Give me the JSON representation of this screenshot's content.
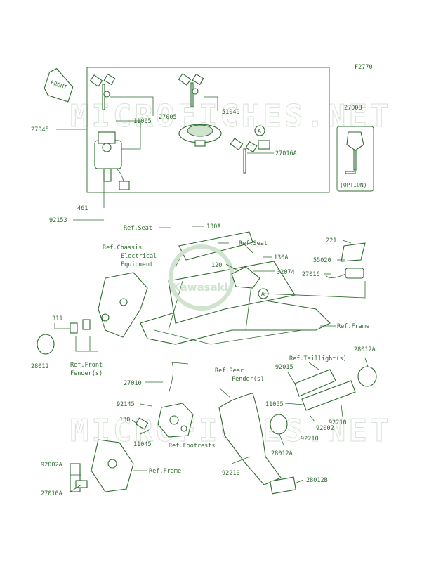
{
  "figure_id": "F2770",
  "front_label": "FRONT",
  "option_label": "(OPTION)",
  "callout_a": "A",
  "watermark": "MICROFICHES.NET",
  "brand": "Kawasaki",
  "parts": {
    "p27045": "27045",
    "p27005": "27005",
    "p11065": "11065",
    "p51049": "51049",
    "p27016A": "27016A",
    "p27008": "27008",
    "p461": "461",
    "p92153": "92153",
    "p130A_1": "130A",
    "p130A_2": "130A",
    "p120": "120",
    "p32074": "32074",
    "p221": "221",
    "p55020": "55020",
    "p27016": "27016",
    "p311": "311",
    "p28012": "28012",
    "p27010": "27010",
    "p92145": "92145",
    "p130": "130",
    "p11045": "11045",
    "p92002A": "92002A",
    "p27010A": "27010A",
    "p28012A": "28012A",
    "p92015": "92015",
    "p11055": "11055",
    "p92002": "92002",
    "p92210_1": "92210",
    "p92210_2": "92210",
    "p92210_3": "92210",
    "p28012A_2": "28012A",
    "p28012B": "28012B"
  },
  "refs": {
    "seat1": "Ref.Seat",
    "seat2": "Ref.Seat",
    "chassis1": "Ref.Chassis",
    "chassis2": "Electrical",
    "chassis3": "Equipment",
    "frame1": "Ref.Frame",
    "frame2": "Ref.Frame",
    "front_fender1": "Ref.Front",
    "front_fender2": "Fender(s)",
    "rear_fender1": "Ref.Rear",
    "rear_fender2": "Fender(s)",
    "taillight": "Ref.Taillight(s)",
    "footrests": "Ref.Footrests"
  },
  "colors": {
    "line": "#2e6a2e",
    "fill": "#cfe3cf",
    "watermark": "#d8e2d8",
    "background": "#ffffff"
  }
}
